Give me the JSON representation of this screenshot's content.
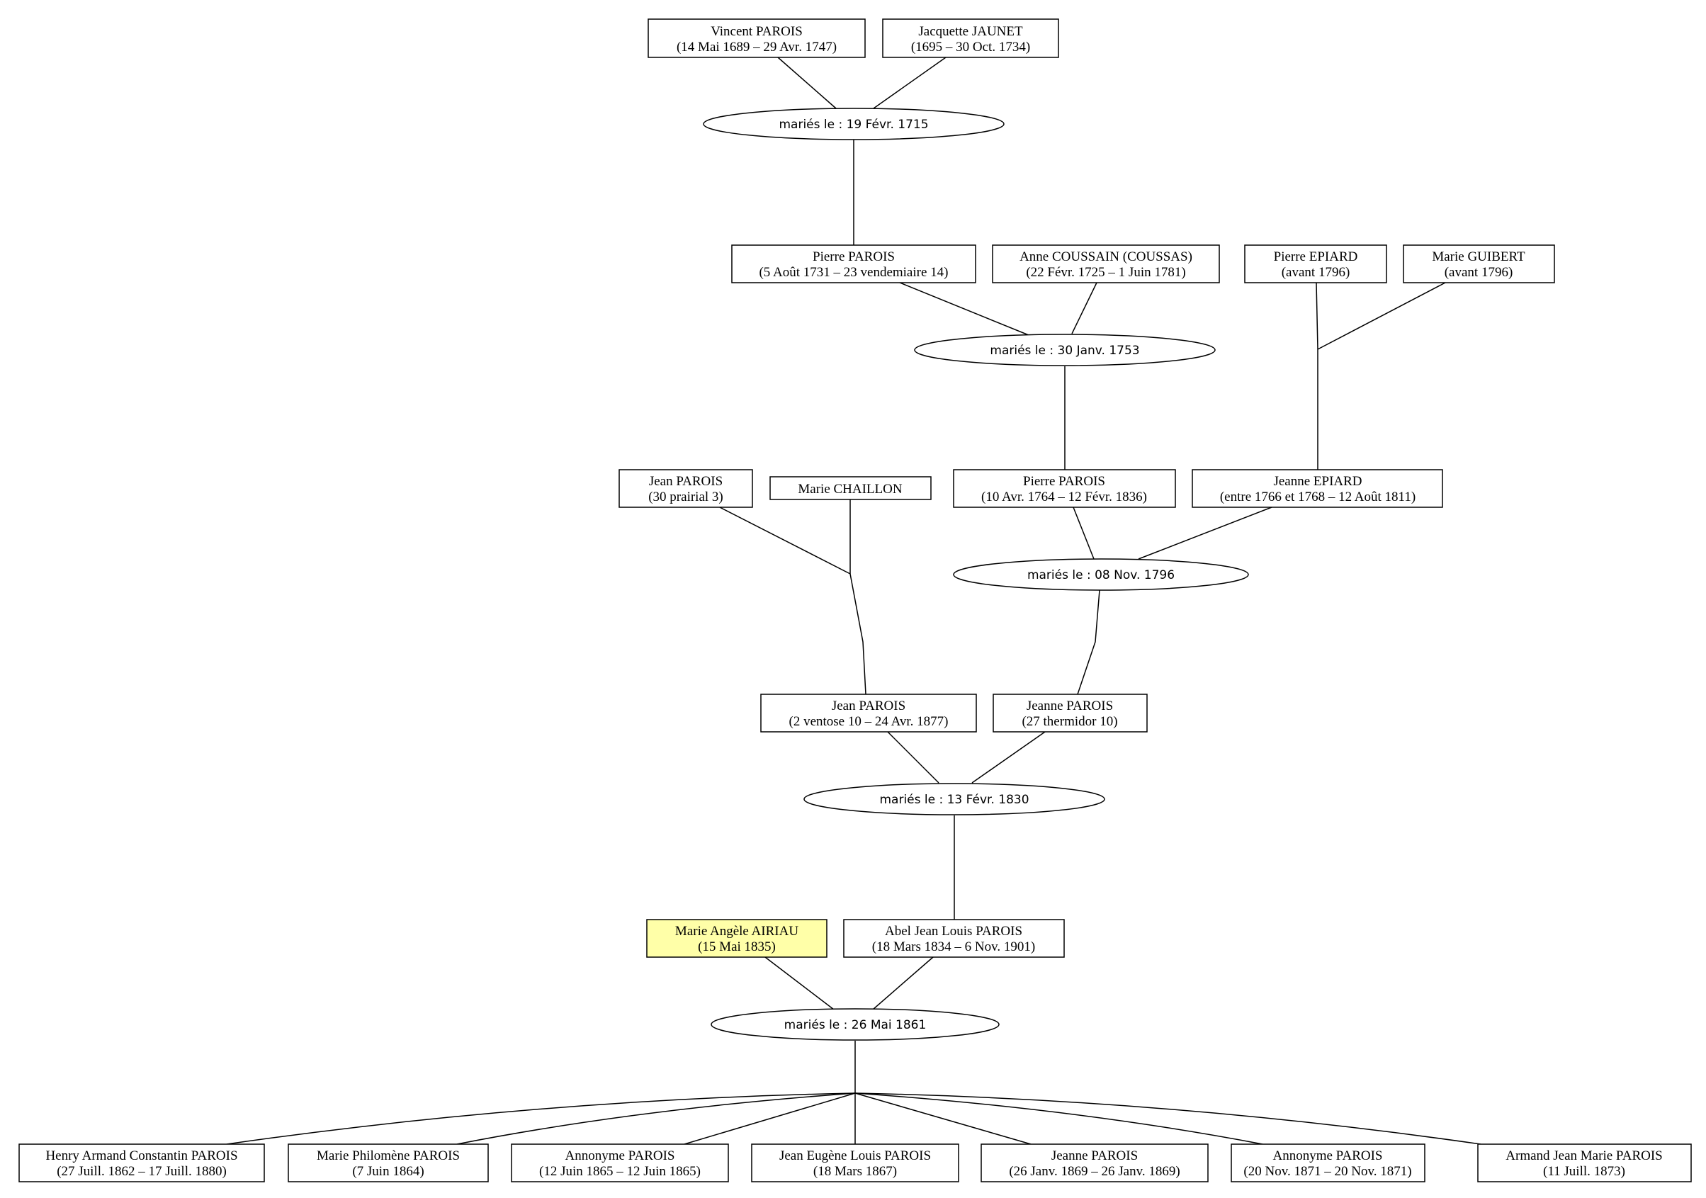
{
  "colors": {
    "highlight": "#ffffa8",
    "stroke": "#000000",
    "background": "#ffffff"
  },
  "people": {
    "vincent_parois": {
      "name": "Vincent PAROIS",
      "dates": "(14 Mai 1689 – 29 Avr. 1747)"
    },
    "jacquette_jaunet": {
      "name": "Jacquette JAUNET",
      "dates": "(1695 – 30 Oct. 1734)"
    },
    "pierre_parois_1731": {
      "name": "Pierre PAROIS",
      "dates": "(5 Août 1731 – 23 vendemiaire 14)"
    },
    "anne_coussain": {
      "name": "Anne COUSSAIN (COUSSAS)",
      "dates": "(22 Févr. 1725 – 1 Juin 1781)"
    },
    "pierre_epiard": {
      "name": "Pierre EPIARD",
      "dates": "(avant 1796)"
    },
    "marie_guibert": {
      "name": "Marie GUIBERT",
      "dates": "(avant 1796)"
    },
    "jean_parois_p3": {
      "name": "Jean PAROIS",
      "dates": "(30 prairial 3)"
    },
    "marie_chaillon": {
      "name": "Marie CHAILLON",
      "dates": ""
    },
    "pierre_parois_1764": {
      "name": "Pierre PAROIS",
      "dates": "(10 Avr. 1764 – 12 Févr. 1836)"
    },
    "jeanne_epiard": {
      "name": "Jeanne EPIARD",
      "dates": "(entre 1766 et 1768 – 12 Août 1811)"
    },
    "jean_parois_v10": {
      "name": "Jean PAROIS",
      "dates": "(2 ventose 10 – 24 Avr. 1877)"
    },
    "jeanne_parois_t10": {
      "name": "Jeanne PAROIS",
      "dates": "(27 thermidor 10)"
    },
    "marie_angele_airiau": {
      "name": "Marie Angèle AIRIAU",
      "dates": "(15 Mai 1835)"
    },
    "abel_jean_louis_parois": {
      "name": "Abel Jean Louis PAROIS",
      "dates": "(18 Mars 1834 – 6 Nov. 1901)"
    },
    "henry_armand": {
      "name": "Henry Armand Constantin PAROIS",
      "dates": "(27 Juill. 1862 – 17 Juill. 1880)"
    },
    "marie_philomene": {
      "name": "Marie Philomène PAROIS",
      "dates": "(7 Juin 1864)"
    },
    "annonyme_1865": {
      "name": "Annonyme PAROIS",
      "dates": "(12 Juin 1865 – 12 Juin 1865)"
    },
    "jean_eugene": {
      "name": "Jean Eugène Louis PAROIS",
      "dates": "(18 Mars 1867)"
    },
    "jeanne_1869": {
      "name": "Jeanne PAROIS",
      "dates": "(26 Janv. 1869 – 26 Janv. 1869)"
    },
    "annonyme_1871": {
      "name": "Annonyme PAROIS",
      "dates": "(20 Nov. 1871 – 20 Nov. 1871)"
    },
    "armand_jean_marie": {
      "name": "Armand Jean Marie PAROIS",
      "dates": "(11 Juill. 1873)"
    }
  },
  "unions": {
    "m1715": "mariés le : 19 Févr. 1715",
    "m1753": "mariés le : 30 Janv. 1753",
    "m1796": "mariés le : 08 Nov. 1796",
    "m1830": "mariés le : 13 Févr. 1830",
    "m1861": "mariés le : 26 Mai 1861"
  }
}
